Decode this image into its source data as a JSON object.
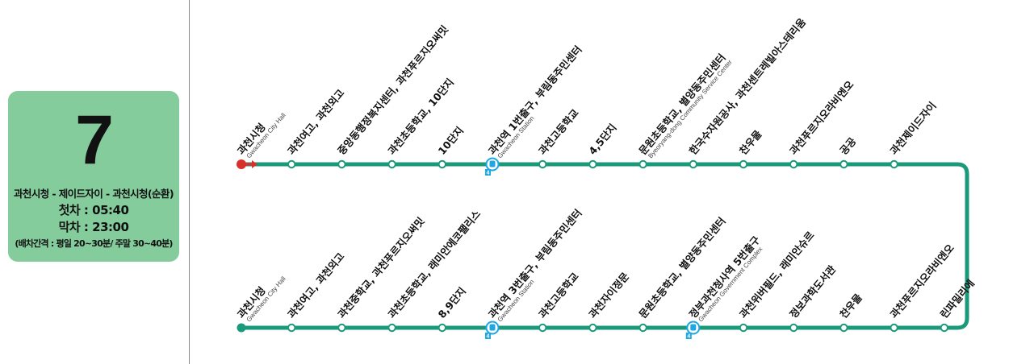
{
  "route": {
    "number": "7",
    "name": "과천시청 - 제이드자이 - 과천시청(순환)",
    "first_bus": "첫차 : 05:40",
    "last_bus": "막차 : 23:00",
    "interval": "(배차간격 : 평일 20~30분/ 주말 30~40분)"
  },
  "colors": {
    "line": "#1a9a7a",
    "card": "#84cc9c",
    "start_marker": "#d9302a",
    "subway": "#1ea7e1"
  },
  "subway_line_label": "4",
  "outbound_stops": [
    {
      "label": "과천시청",
      "sub": "Gwacheon City Hall",
      "start": true
    },
    {
      "label": "과천여고, 과천외고"
    },
    {
      "label": "중앙동행정복지센터, 과천푸르지오써밋"
    },
    {
      "label": "과천초등학교, 10단지"
    },
    {
      "label": "10단지"
    },
    {
      "label": "과천역 1번출구, 부림동주민센터",
      "sub": "Gwacheon Station",
      "subway": true
    },
    {
      "label": "과천고등학교"
    },
    {
      "label": "4,5단지"
    },
    {
      "label": "문원초등학교, 별양동주민센터",
      "sub": "Byeoryang-dong Community Service Center"
    },
    {
      "label": "한국수자원공사, 과천센트레빌아스테리움"
    },
    {
      "label": "찬우물"
    },
    {
      "label": "과천푸르지오라비엔오"
    },
    {
      "label": "공공"
    },
    {
      "label": "과천제이드자이"
    }
  ],
  "return_stops": [
    {
      "label": "과천시청",
      "sub": "Gwacheon City Hall"
    },
    {
      "label": "과천여고, 과천외고"
    },
    {
      "label": "과천중학교, 과천푸르지오써밋"
    },
    {
      "label": "과천초등학교, 래미안에코팰리스"
    },
    {
      "label": "8,9단지"
    },
    {
      "label": "과천역 3번출구, 부림동주민센터",
      "sub": "Gwacheon Station",
      "subway": true
    },
    {
      "label": "과천고등학교"
    },
    {
      "label": "과천자이정문"
    },
    {
      "label": "문원초등학교, 별양동주민센터"
    },
    {
      "label": "정부과천청사역 5번출구",
      "sub": "Gwacheon Government Complex",
      "subway": true
    },
    {
      "label": "과천위버필드, 래미안슈르"
    },
    {
      "label": "정보과학도서관"
    },
    {
      "label": "찬우물"
    },
    {
      "label": "과천푸르지오라비엔오"
    },
    {
      "label": "린파밀리에"
    }
  ]
}
